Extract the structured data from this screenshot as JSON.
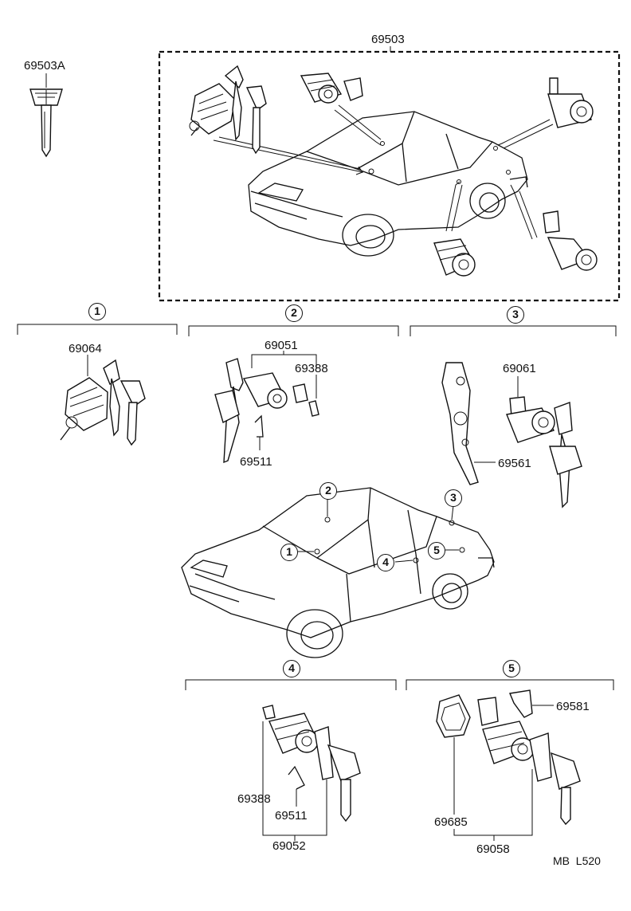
{
  "main_assembly": "69503",
  "key_blank": "69503A",
  "footer_code": "MB  L520",
  "groups": [
    {
      "number": "1",
      "parts": [
        "69064"
      ]
    },
    {
      "number": "2",
      "parts": [
        "69051",
        "69388",
        "69511"
      ]
    },
    {
      "number": "3",
      "parts": [
        "69061",
        "69561"
      ]
    },
    {
      "number": "4",
      "parts": [
        "69388",
        "69511",
        "69052"
      ]
    },
    {
      "number": "5",
      "parts": [
        "69581",
        "69685",
        "69058"
      ]
    }
  ],
  "car_callouts": [
    "1",
    "2",
    "3",
    "4",
    "5"
  ]
}
